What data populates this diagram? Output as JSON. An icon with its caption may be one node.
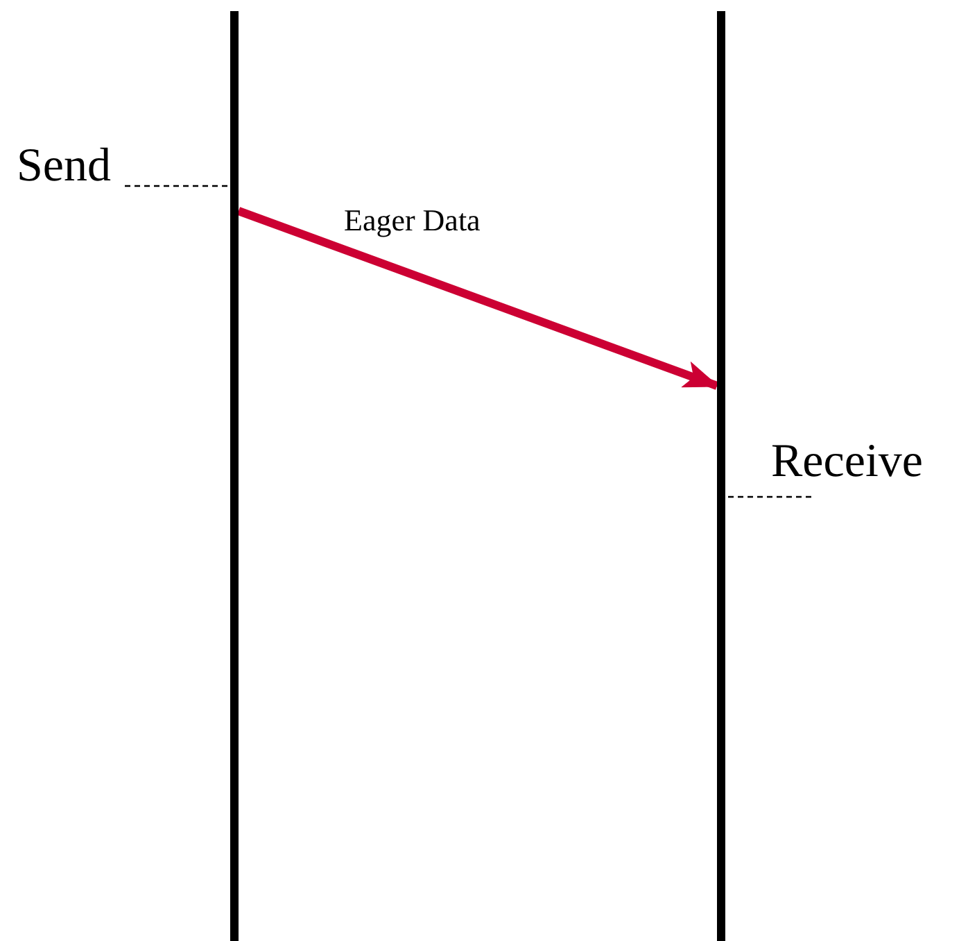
{
  "diagram": {
    "nodes": [
      {
        "text": [],
        "shape": "bar"
      },
      {
        "text": [],
        "shape": "bar"
      },
      {
        "text": [
          "Send"
        ]
      },
      {
        "text": [
          "Receive"
        ]
      }
    ],
    "edges": [
      {
        "from": 0,
        "to": 1,
        "arrow": "to",
        "label": "Eager Data",
        "style": "thick",
        "color": "#cc0033"
      },
      {
        "from": 2,
        "to": 0,
        "arrow": "none",
        "style": "dashed"
      },
      {
        "from": 3,
        "to": 1,
        "arrow": "none",
        "style": "dashed"
      }
    ]
  }
}
